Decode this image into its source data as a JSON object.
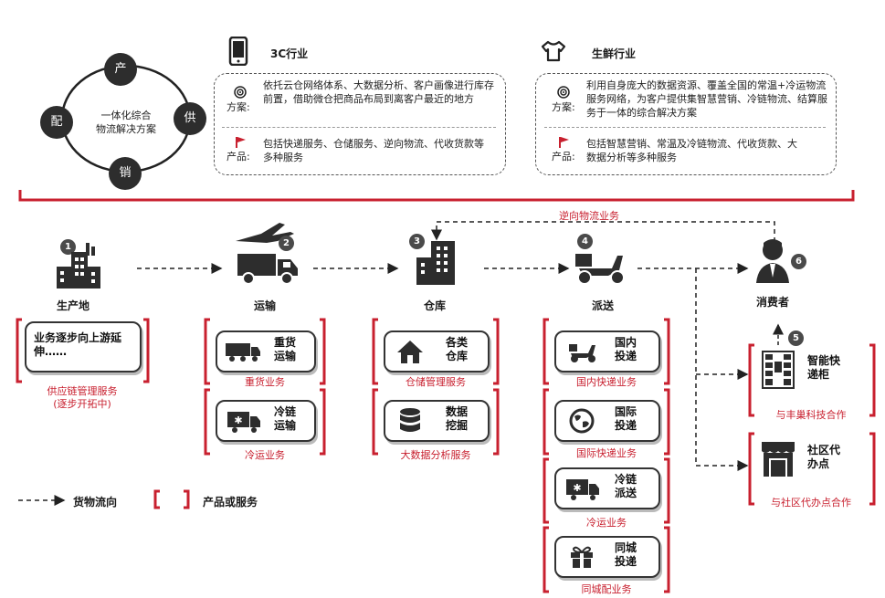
{
  "cycle": {
    "center_line1": "一体化综合",
    "center_line2": "物流解决方案",
    "nodes": [
      "产",
      "供",
      "销",
      "配"
    ]
  },
  "industries": [
    {
      "title": "3C行业",
      "icon": "phone-icon",
      "solution_label": "方案:",
      "solution_text": "依托云仓网络体系、大数据分析、客户画像进行库存前置，借助微仓把商品布局到离客户最近的地方",
      "product_label": "产品:",
      "product_text": "包括快递服务、仓储服务、逆向物流、代收货款等多种服务"
    },
    {
      "title": "生鲜行业",
      "icon": "tshirt-icon",
      "solution_label": "方案:",
      "solution_text": "利用自身庞大的数据资源、覆盖全国的常温+冷运物流服务网络，为客户提供集智慧营销、冷链物流、结算服务于一体的综合解决方案",
      "product_label": "产品:",
      "product_text": "包括智慧营销、常温及冷链物流、代收货款、大数据分析等多种服务"
    }
  ],
  "reverse_label": "逆向物流业务",
  "stages": [
    {
      "num": "1",
      "label": "生产地",
      "icon": "factory-icon"
    },
    {
      "num": "2",
      "label": "运输",
      "icon": "plane-truck-icon"
    },
    {
      "num": "3",
      "label": "仓库",
      "icon": "building-icon"
    },
    {
      "num": "4",
      "label": "派送",
      "icon": "scooter-icon"
    },
    {
      "num": "6",
      "label": "消费者",
      "icon": "person-icon"
    }
  ],
  "production": {
    "card_text": "业务逐步向上游延伸……",
    "caption1": "供应链管理服务",
    "caption2": "(逐步开拓中)"
  },
  "transport": {
    "cards": [
      {
        "title": "重货运输",
        "icon": "heavy-truck-icon"
      },
      {
        "title": "冷链运输",
        "icon": "cold-truck-icon"
      }
    ],
    "captions": [
      "重货业务",
      "冷运业务"
    ]
  },
  "warehouse": {
    "cards": [
      {
        "title": "各类仓库",
        "icon": "house-icon"
      },
      {
        "title": "数据挖掘",
        "icon": "database-icon"
      }
    ],
    "captions": [
      "仓储管理服务",
      "大数据分析服务"
    ]
  },
  "delivery": {
    "cards": [
      {
        "title": "国内投递",
        "icon": "scooter-icon"
      },
      {
        "title": "国际投递",
        "icon": "globe-icon"
      },
      {
        "title": "冷链派送",
        "icon": "cold-truck-icon"
      },
      {
        "title": "同城投递",
        "icon": "gift-icon"
      }
    ],
    "captions": [
      "国内快递业务",
      "国际快递业务",
      "冷运业务",
      "同城配业务"
    ]
  },
  "consumer_side": {
    "badge": "5",
    "cards": [
      {
        "title": "智能快递柜",
        "icon": "locker-icon"
      },
      {
        "title": "社区代办点",
        "icon": "store-icon"
      }
    ],
    "captions": [
      "与丰巢科技合作",
      "与社区代办点合作"
    ]
  },
  "legend": {
    "flow_label": "货物流向",
    "bracket_label": "产品或服务"
  },
  "colors": {
    "accent": "#c8202f",
    "dark": "#2d2d2d"
  }
}
